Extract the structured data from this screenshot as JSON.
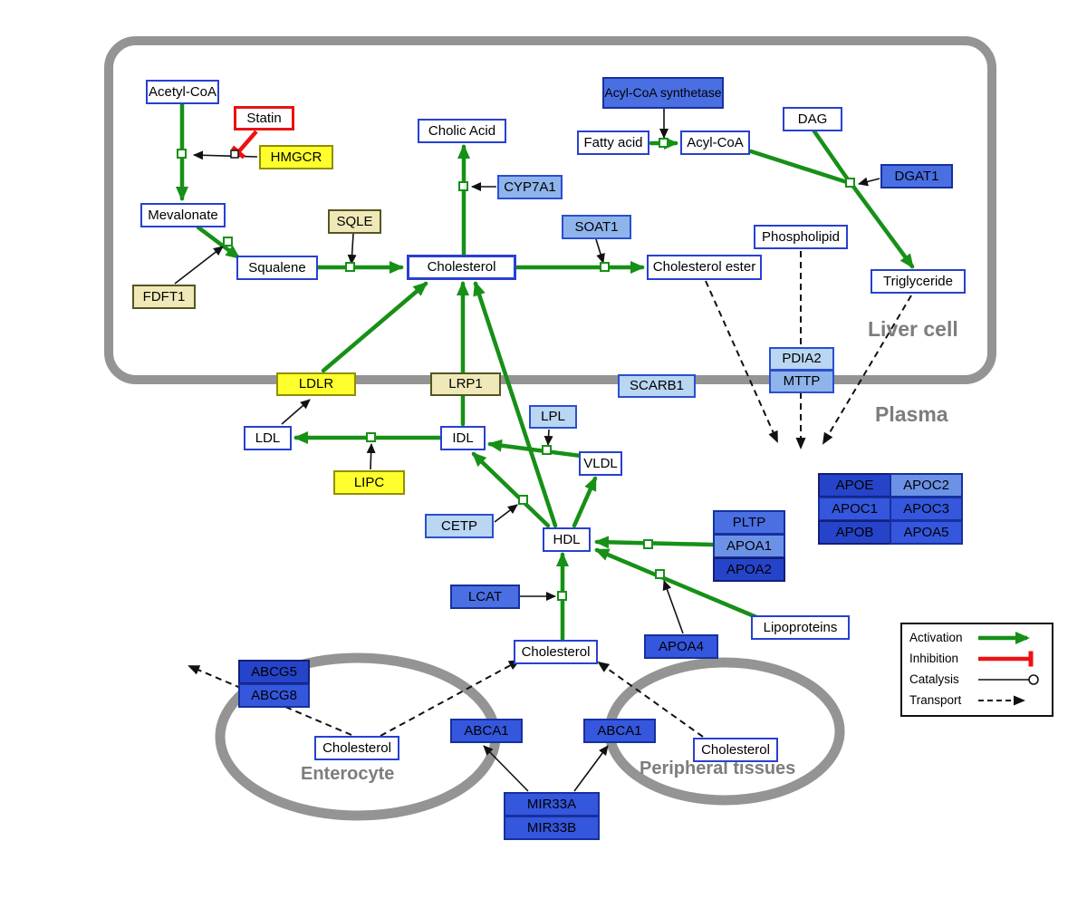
{
  "regions": {
    "liver": "Liver cell",
    "plasma": "Plasma",
    "enterocyte": "Enterocyte",
    "peripheral": "Peripheral tissues"
  },
  "legend": {
    "activation": "Activation",
    "inhibition": "Inhibition",
    "catalysis": "Catalysis",
    "transport": "Transport"
  },
  "nodes": {
    "acetyl_coa": "Acetyl-CoA",
    "statin": "Statin",
    "hmgcr": "HMGCR",
    "mevalonate": "Mevalonate",
    "sqle": "SQLE",
    "fdft1": "FDFT1",
    "squalene": "Squalene",
    "cholesterol_liver": "Cholesterol",
    "cholic_acid": "Cholic Acid",
    "cyp7a1": "CYP7A1",
    "acyl_coa_synthetase": "Acyl-CoA synthetase",
    "fatty_acid": "Fatty acid",
    "acyl_coa": "Acyl-CoA",
    "dag": "DAG",
    "dgat1": "DGAT1",
    "soat1": "SOAT1",
    "cholesterol_ester": "Cholesterol ester",
    "phospholipid": "Phospholipid",
    "triglyceride": "Triglyceride",
    "pdia2": "PDIA2",
    "mttp": "MTTP",
    "ldlr": "LDLR",
    "lrp1": "LRP1",
    "scarb1": "SCARB1",
    "ldl": "LDL",
    "idl": "IDL",
    "lpl": "LPL",
    "vldl": "VLDL",
    "lipc": "LIPC",
    "cetp": "CETP",
    "hdl": "HDL",
    "pltp": "PLTP",
    "apoa1": "APOA1",
    "apoa2": "APOA2",
    "lcat": "LCAT",
    "apoa4": "APOA4",
    "lipoproteins": "Lipoproteins",
    "apoe": "APOE",
    "apoc2": "APOC2",
    "apoc1": "APOC1",
    "apoc3": "APOC3",
    "apob": "APOB",
    "apoa5": "APOA5",
    "cholesterol_plasma": "Cholesterol",
    "abcg5": "ABCG5",
    "abcg8": "ABCG8",
    "cholesterol_enterocyte": "Cholesterol",
    "abca1_enterocyte": "ABCA1",
    "abca1_peripheral": "ABCA1",
    "cholesterol_peripheral": "Cholesterol",
    "mir33a": "MIR33A",
    "mir33b": "MIR33B"
  },
  "colors": {
    "activation_green": "#169016",
    "inhibition_red": "#ee1212",
    "membrane_gray": "#949494",
    "metabolite_border_blue": "#2840d0",
    "gene_bright_yellow": "#ffff2e",
    "gene_pale_yellow": "#efe9b9",
    "gene_light_blue": "#b9d6f2",
    "gene_blue": "#3557dd",
    "gene_dark_blue": "#2644c9"
  },
  "edges": {
    "activation": [
      "Acetyl-CoA -> Mevalonate",
      "Mevalonate -> Squalene",
      "Squalene -> Cholesterol",
      "Cholesterol -> Cholic Acid",
      "Cholesterol -> Cholesterol ester",
      "Fatty acid -> Acyl-CoA",
      "Acyl-CoA -> Triglyceride",
      "DAG -> Triglyceride",
      "LDLR -> Cholesterol",
      "IDL -> Cholesterol",
      "HDL -> Cholesterol",
      "IDL -> LDL",
      "VLDL -> IDL",
      "HDL -> IDL",
      "HDL -> VLDL",
      "Cholesterol (plasma) -> HDL",
      "APOA1 -> HDL",
      "Lipoproteins -> HDL"
    ],
    "inhibition": [
      "Statin -| HMGCR"
    ],
    "catalysis": [
      "HMGCR: Acetyl-CoA -> Mevalonate",
      "FDFT1: Mevalonate -> Squalene",
      "SQLE: Squalene -> Cholesterol",
      "CYP7A1: Cholesterol -> Cholic Acid",
      "SOAT1: Cholesterol -> Cholesterol ester",
      "Acyl-CoA synthetase: Fatty acid -> Acyl-CoA",
      "DGAT1: Acyl-CoA + DAG -> Triglyceride",
      "LIPC: IDL -> LDL",
      "LPL: VLDL -> IDL",
      "CETP: HDL -> IDL",
      "LCAT: Cholesterol -> HDL",
      "APOA4: Lipoproteins -> HDL",
      "MIR33A/MIR33B -> ABCA1 (enterocyte)",
      "MIR33A/MIR33B -> ABCA1 (peripheral tissues)",
      "LDL -> LDLR"
    ],
    "transport": [
      "Cholesterol ester -> plasma",
      "Phospholipid -> plasma",
      "Triglyceride -> plasma",
      "Cholesterol (enterocyte) -> ABCG5/ABCG8 -> excretion",
      "Cholesterol (enterocyte) -> Cholesterol (plasma) via ABCA1",
      "Cholesterol (peripheral tissues) -> Cholesterol (plasma) via ABCA1"
    ]
  }
}
